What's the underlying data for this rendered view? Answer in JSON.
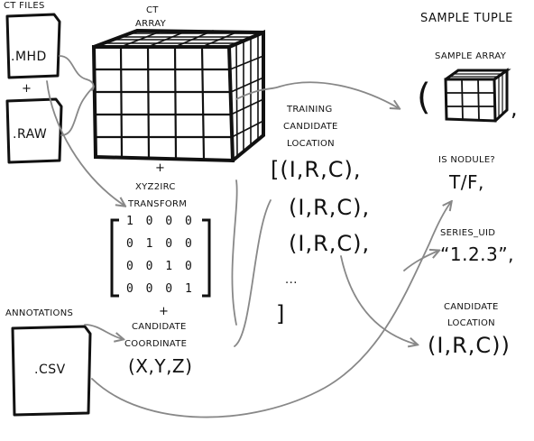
{
  "ct_files": {
    "title": "CT FILES",
    "mhd": ".MHD",
    "plus": "+",
    "raw": ".RAW"
  },
  "ct_array": {
    "line1": "CT",
    "line2": "ARRAY"
  },
  "xyz2irc": {
    "plus": "+",
    "line1": "XYZ2IRC",
    "line2": "TRANSFORM",
    "rows": [
      "1 0 0 0",
      "0 1 0 0",
      "0 0 1 0",
      "0 0 0 1"
    ]
  },
  "annotations": {
    "title": "ANNOTATIONS",
    "file": ".CSV"
  },
  "candidate_coordinate": {
    "plus": "+",
    "line1": "CANDIDATE",
    "line2": "COORDINATE",
    "value": "(X,Y,Z)"
  },
  "training": {
    "line1": "TRAINING",
    "line2": "CANDIDATE",
    "line3": "LOCATION",
    "row1": "[(I,R,C),",
    "row2": "(I,R,C),",
    "row3": "(I,R,C),",
    "ellipsis": "...",
    "close": "]"
  },
  "sample_tuple": {
    "title": "SAMPLE TUPLE",
    "sample_array": "SAMPLE ARRAY",
    "open_paren": "(",
    "comma": ",",
    "is_nodule_label": "IS NODULE?",
    "is_nodule_value": "T/F,",
    "series_uid_label": "SERIES_UID",
    "series_uid_value": "“1.2.3”,",
    "candidate_label1": "CANDIDATE",
    "candidate_label2": "LOCATION",
    "candidate_value": "(I,R,C))"
  }
}
